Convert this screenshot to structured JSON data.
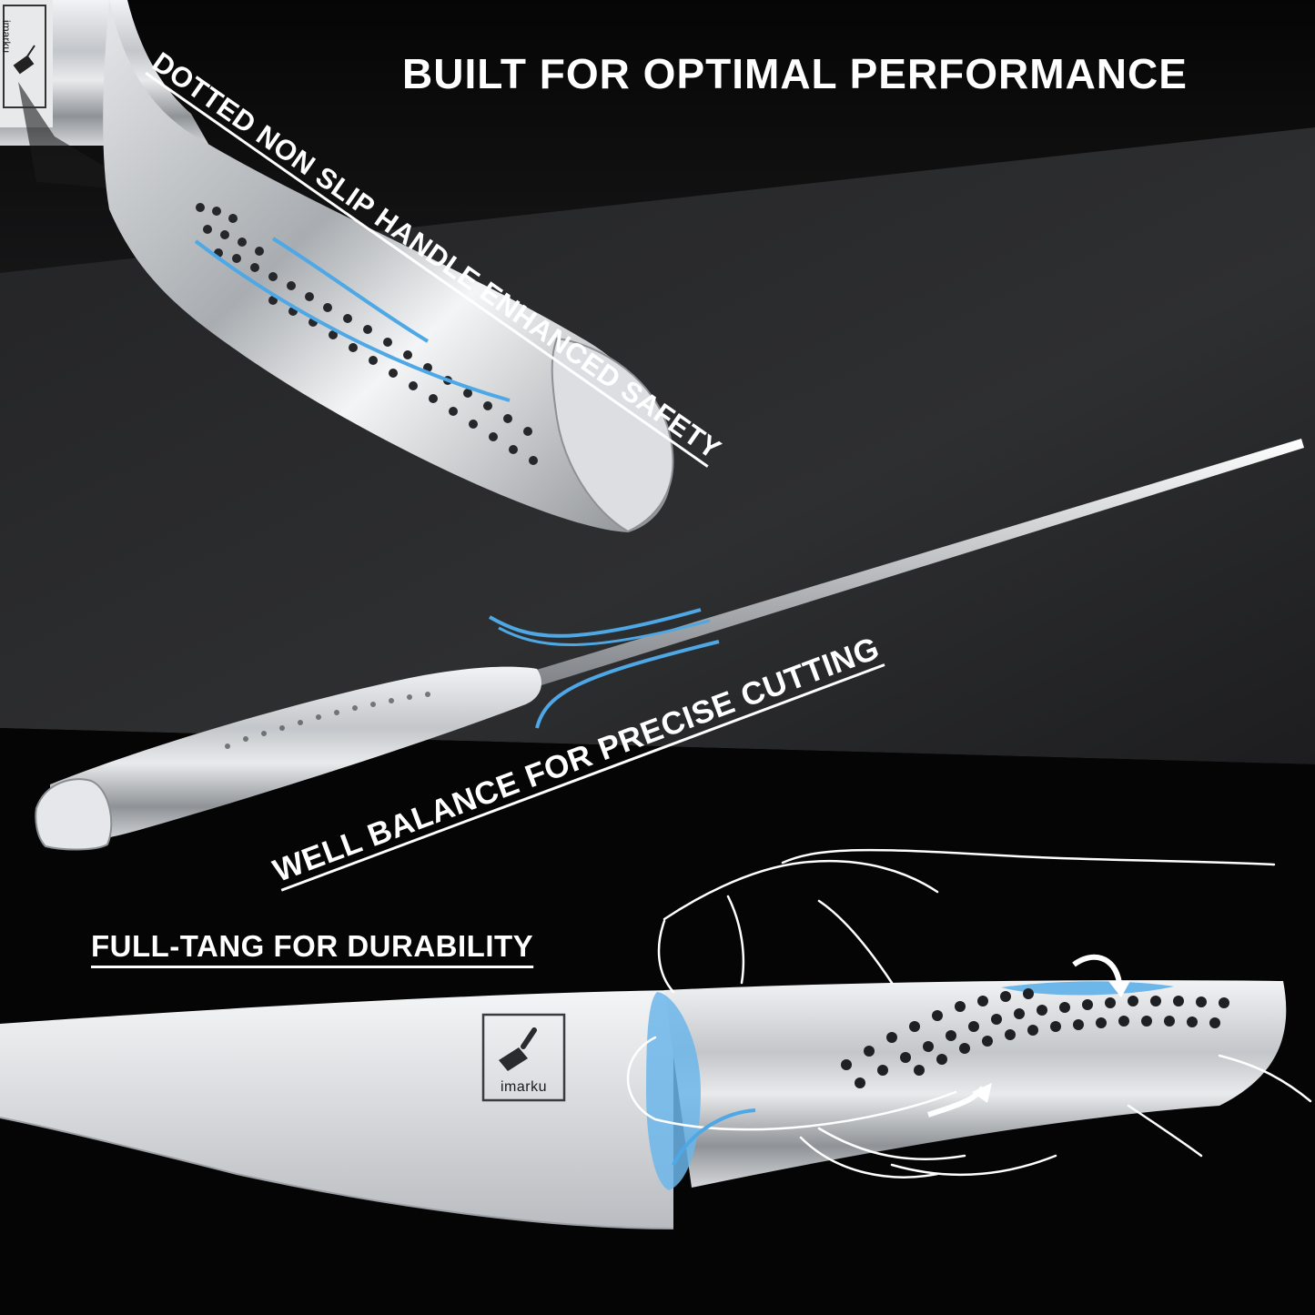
{
  "headline": "BUILT FOR OPTIMAL PERFORMANCE",
  "features": [
    {
      "label": "DOTTED NON SLIP HANDLE ENHANCED SAFETY"
    },
    {
      "label": "WELL BALANCE FOR PRECISE CUTTING"
    },
    {
      "label": "FULL-TANG FOR DURABILITY"
    }
  ],
  "brand": "imarku",
  "icons": {
    "logo": "cleaver-logo-icon",
    "arrow": "curved-arrow-icon"
  },
  "colors": {
    "background": "#000000",
    "accent": "#4ea8e6",
    "steel": "#c9ccd0",
    "text": "#ffffff"
  }
}
